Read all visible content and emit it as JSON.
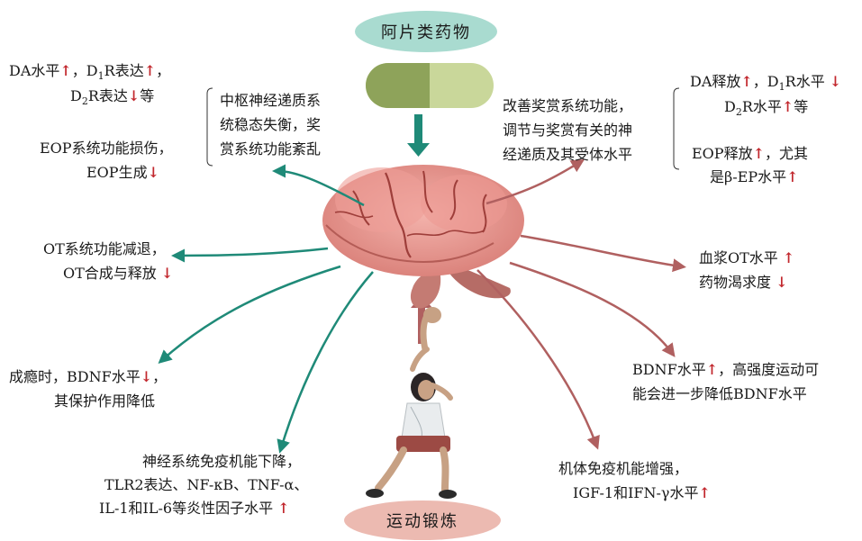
{
  "top_label": "阿片类药物",
  "bottom_label": "运动锻炼",
  "center_left": {
    "line1": "中枢神经递质系",
    "line2": "统稳态失衡，奖",
    "line3": "赏系统功能紊乱"
  },
  "far_left_top": {
    "l1_a": "DA水平",
    "l1_b": "，D",
    "l1_sub": "1",
    "l1_c": "R表达",
    "l1_d": "，",
    "l2_a": "D",
    "l2_sub": "2",
    "l2_b": "R表达",
    "l2_c": "等"
  },
  "far_left_mid": {
    "l1": "EOP系统功能损伤，",
    "l2": "EOP生成"
  },
  "center_right": {
    "line1": "改善奖赏系统功能，",
    "line2": "调节与奖赏有关的神",
    "line3": "经递质及其受体水平"
  },
  "far_right_top": {
    "l1_a": "DA释放",
    "l1_b": "，D",
    "l1_sub": "1",
    "l1_c": "R水平",
    "l2_a": "D",
    "l2_sub": "2",
    "l2_b": "R水平",
    "l2_c": "等"
  },
  "far_right_mid": {
    "l1_a": "EOP释放",
    "l1_b": "，尤其",
    "l2": "是β-EP水平"
  },
  "ot_left": {
    "l1": "OT系统功能减退，",
    "l2": "OT合成与释放"
  },
  "ot_right": {
    "l1": "血浆OT水平",
    "l2": "药物渴求度"
  },
  "bdnf_left": {
    "l1_a": "成瘾时，BDNF水平",
    "l1_b": "，",
    "l2": "其保护作用降低"
  },
  "bdnf_right": {
    "l1_a": "BDNF水平",
    "l1_b": "，高强度运动可",
    "l2": "能会进一步降低BDNF水平"
  },
  "immune_left": {
    "l1": "神经系统免疫机能下降，",
    "l2": "TLR2表达、NF-κB、TNF-α、",
    "l3": "IL-1和IL-6等炎性因子水平"
  },
  "immune_right": {
    "l1": "机体免疫机能增强，",
    "l2": "IGF-1和IFN-γ水平"
  },
  "arrows": {
    "up": "↑",
    "down": "↓"
  },
  "colors": {
    "teal_arrow": "#1f8a78",
    "red_arrow": "#b25a5a",
    "top_ellipse": "#a8d9cf",
    "bottom_ellipse": "#e9b7ae",
    "brain": "#e79a93",
    "pill_left": "#8fa55c",
    "pill_right": "#c5d496"
  }
}
